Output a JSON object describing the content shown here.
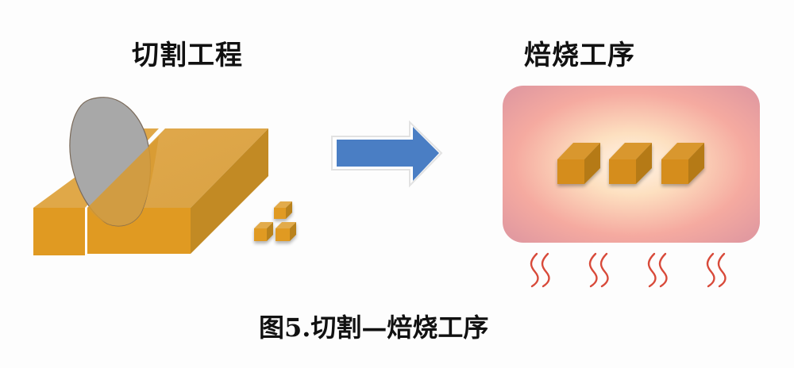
{
  "diagram": {
    "left_panel": {
      "title": "切割工程",
      "elements": [
        "saw-blade",
        "large-block-cut",
        "small-cut-pieces"
      ]
    },
    "right_panel": {
      "title": "焙烧工序",
      "elements": [
        "furnace-heated-chamber",
        "three-blocks",
        "heat-waves"
      ],
      "block_count": 3,
      "heat_wave_count": 4
    },
    "arrow": {
      "direction": "right",
      "color": "#4a7ec4"
    },
    "caption": "图5.切割—焙烧工序",
    "colors": {
      "block_front": "#e09a22",
      "block_top": "#e2a94a",
      "block_side": "#b9821e",
      "blade": "#a9a9a9",
      "furnace_center": "#fde9d4",
      "furnace_edge": "#f0a0a0",
      "heat_wave": "#d84a3a"
    }
  }
}
